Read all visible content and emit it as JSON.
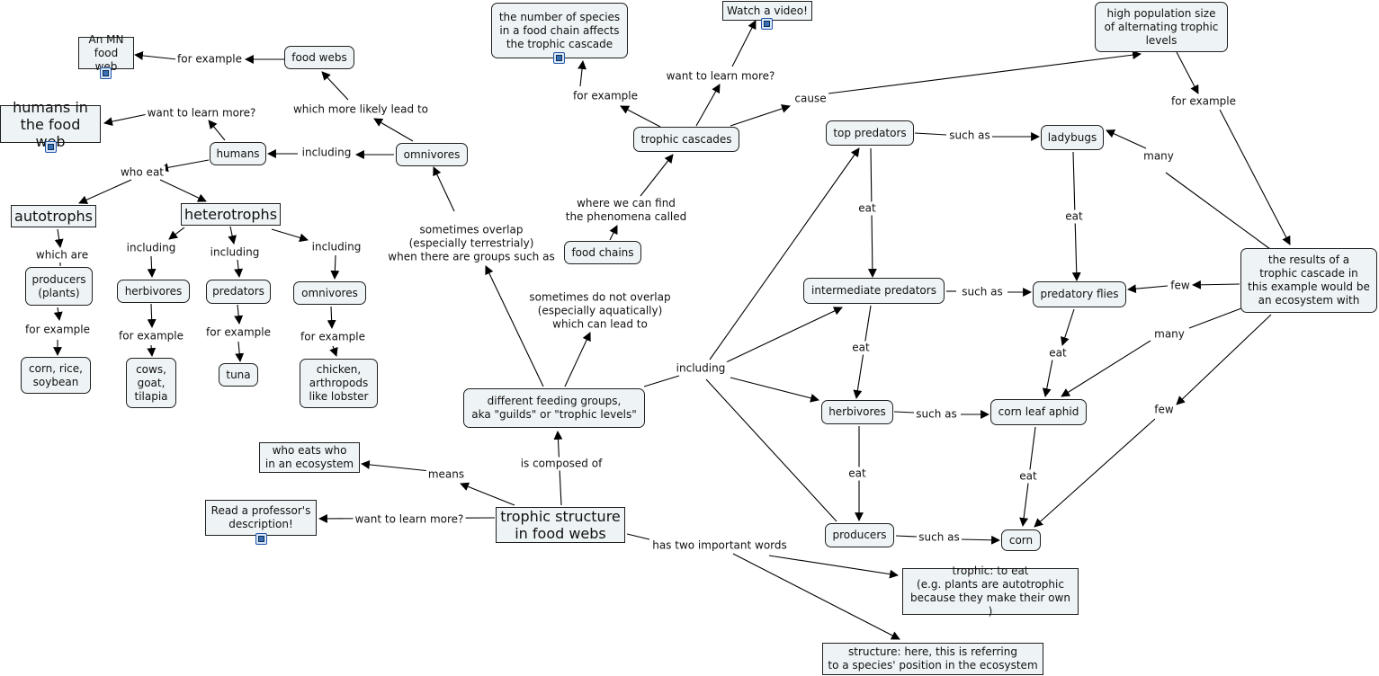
{
  "nodes": {
    "trophic_structure": "trophic structure\nin food webs",
    "who_eats_who": "who eats who\nin an ecosystem",
    "read_professor": "Read a professor's\ndescription!",
    "feeding_groups": "different feeding groups,\naka \"guilds\" or \"trophic levels\"",
    "food_chains": "food chains",
    "trophic_cascades": "trophic cascades",
    "species_number": "the number of species\nin a food chain affects\nthe trophic cascade",
    "watch_video": "Watch a video!",
    "high_population": "high population size\nof alternating trophic\nlevels",
    "results": "the results of a\ntrophic cascade in\nthis example would be\nan ecosystem with",
    "top_predators": "top predators",
    "intermediate_predators": "intermediate predators",
    "herbivores_r": "herbivores",
    "producers_r": "producers",
    "ladybugs": "ladybugs",
    "predatory_flies": "predatory flies",
    "corn_leaf_aphid": "corn leaf aphid",
    "corn": "corn",
    "trophic_def": "trophic: to eat\n(e.g. plants are autotrophic\nbecause they make their own )",
    "structure_def": "structure: here, this is referring\nto a species' position in the ecosystem",
    "omnivores_top": "omnivores",
    "food_webs": "food webs",
    "mn_food_web": "An MN\nfood web",
    "humans": "humans",
    "humans_food_web": "humans in\nthe food web",
    "autotrophs": "autotrophs",
    "heterotrophs": "heterotrophs",
    "producers_plants": "producers\n(plants)",
    "corn_rice": "corn, rice,\nsoybean",
    "herbivores_l": "herbivores",
    "cows": "cows,\ngoat,\ntilapia",
    "predators_l": "predators",
    "tuna": "tuna",
    "omnivores_l": "omnivores",
    "chicken": "chicken,\narthropods\nlike lobster"
  },
  "labels": {
    "is_composed_of": "is composed of",
    "means": "means",
    "want_more_1": "want to learn more?",
    "has_two_words": "has two important words",
    "including_mid": "including",
    "sometimes_overlap": "sometimes overlap\n(especially terrestrialy)\nwhen there are groups such as",
    "sometimes_not_overlap": "sometimes do not overlap\n(especially aquatically)\nwhich can lead to",
    "where_we_find": "where we can find\nthe phenomena called",
    "for_example_tc": "for example",
    "want_more_tc": "want to learn more?",
    "cause": "cause",
    "for_example_hp": "for example",
    "eat_1": "eat",
    "eat_2": "eat",
    "eat_3": "eat",
    "eat_4": "eat",
    "eat_5": "eat",
    "eat_6": "eat",
    "such_as_1": "such as",
    "such_as_2": "such as",
    "such_as_3": "such as",
    "such_as_4": "such as",
    "many_1": "many",
    "few_1": "few",
    "many_2": "many",
    "few_2": "few",
    "which_more_likely": "which more likely lead to",
    "for_example_fw": "for example",
    "including_omni": "including",
    "want_more_h": "want to learn more?",
    "who_eat": "who eat",
    "which_are": "which are",
    "for_example_p": "for example",
    "including_h1": "including",
    "including_h2": "including",
    "including_h3": "including",
    "for_example_h1": "for example",
    "for_example_h2": "for example",
    "for_example_h3": "for example"
  },
  "icons": {
    "resource_icon": "document-icon",
    "image_icon": "image-icon"
  },
  "colors": {
    "node_fill": "#eef3f5",
    "line": "#000000"
  }
}
